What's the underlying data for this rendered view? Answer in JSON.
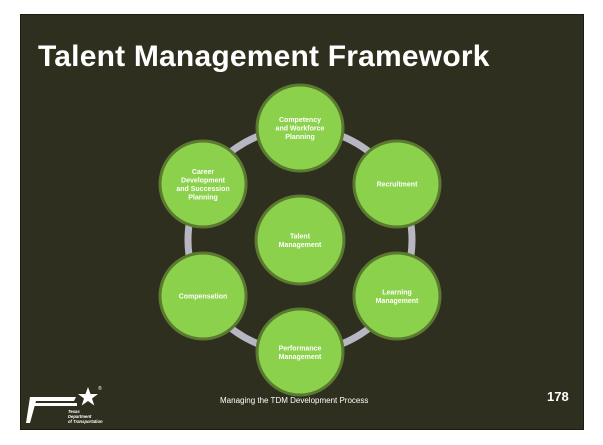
{
  "slide": {
    "title": "Talent Management Framework",
    "footer": "Managing the TDM Development Process",
    "page_number": "178"
  },
  "logo": {
    "line1": "Texas",
    "line2": "Department",
    "line3": "of Transportation",
    "mark": "®"
  },
  "diagram": {
    "center": {
      "lines": [
        "Talent",
        "Management"
      ]
    },
    "nodes": [
      {
        "id": "competency",
        "lines": [
          "Competency",
          "and Workforce",
          "Planning"
        ]
      },
      {
        "id": "recruitment",
        "lines": [
          "Recruitment"
        ]
      },
      {
        "id": "learning",
        "lines": [
          "Learning",
          "Management"
        ]
      },
      {
        "id": "performance",
        "lines": [
          "Performance",
          "Management"
        ]
      },
      {
        "id": "compensation",
        "lines": [
          "Compensation"
        ]
      },
      {
        "id": "career",
        "lines": [
          "Career",
          "Development",
          "and Succession",
          "Planning"
        ]
      }
    ],
    "colors": {
      "node_fill": "#8bd14b",
      "node_border": "#5a7a30",
      "ring": "#b7b7c4",
      "background": "#2f2f1f"
    }
  }
}
